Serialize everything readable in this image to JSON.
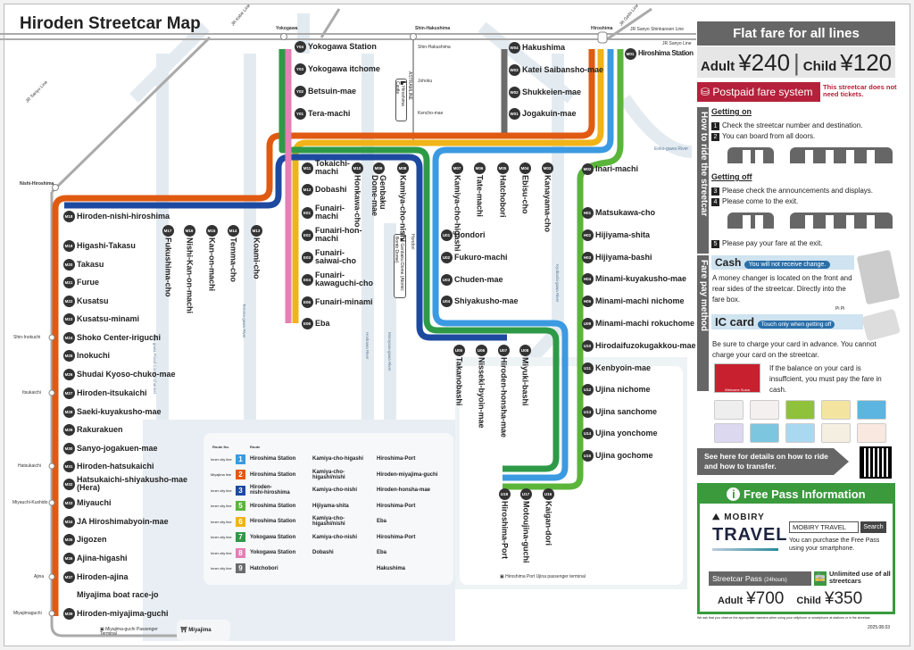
{
  "title": "Hiroden Streetcar Map",
  "jr": {
    "lines": {
      "sanyo_top": "JR Sanyo Line",
      "sanyo_left": "JR Sanyo Line",
      "kabe": "JR Kabe Line",
      "geibi": "JR Geibi Line",
      "shinkansen": "JR Sanyo Shinkansen Line",
      "sanyo_right": "JR Sanyo Line",
      "astram": "ASTRAMLINE"
    },
    "stations": {
      "yokogawa": "Yokogawa",
      "shin_hakushima": "Shin-Hakushima",
      "hiroshima": "Hiroshima",
      "nishi_hiroshima": "Nishi-Hiroshima",
      "shin_inokuchi": "Shin-Inokuchi",
      "itsukaichi": "Itsukaichi",
      "hatsukaichi": "Hatsukaichi",
      "miyauchi": "Miyauchi-Kushido",
      "ajina": "Ajina",
      "miyajimaguchi": "Miyajimaguchi"
    },
    "astram_stations": [
      "Shin-Hakushima",
      "Johoku",
      "Kencho-mae"
    ]
  },
  "landmarks": {
    "castle": "Hiroshima Castle",
    "dome": "Genbaku Dome (Atomic Bomb Dome)",
    "hondori": "Hondori",
    "port_terminal": "Hiroshima Port Ujina passenger terminal",
    "miyajima_terminal": "Miyajima-guchi Passenger Terminal",
    "miyajima": "Miyajima"
  },
  "rivers": {
    "ota": "Ota-gawa Flood Control Channel",
    "temma": "Temma-gawa River",
    "honkawa": "Honkawa River",
    "motoyasu": "Motoyasu-gawa River",
    "kyobashi": "Kyobashi-gawa River",
    "enko": "Enko-gawa River"
  },
  "line_numbers": {
    "l2": "2",
    "l6": "6",
    "l7": "7",
    "l3": "3",
    "l1": "1",
    "l5": "5",
    "l8": "8",
    "l9": "9"
  },
  "colors": {
    "l1": "#3b9ae1",
    "l2": "#e05a12",
    "l3": "#1d4aa0",
    "l5": "#5bb53a",
    "l6": "#f0b318",
    "l7": "#2e9a48",
    "l8": "#e57fb5",
    "l9": "#6b6b6b",
    "station": "#333333",
    "postpaid": "#b5213b",
    "freepass": "#3a9a3c"
  },
  "stations": {
    "miyajima": [
      {
        "code": "M18",
        "name": "Hiroden-nishi-hiroshima"
      },
      {
        "code": "M19",
        "name": "Higashi-Takasu"
      },
      {
        "code": "M20",
        "name": "Takasu"
      },
      {
        "code": "M21",
        "name": "Furue"
      },
      {
        "code": "M22",
        "name": "Kusatsu"
      },
      {
        "code": "M23",
        "name": "Kusatsu-minami"
      },
      {
        "code": "M24",
        "name": "Shoko Center-iriguchi"
      },
      {
        "code": "M25",
        "name": "Inokuchi"
      },
      {
        "code": "M26",
        "name": "Shudai Kyoso-chuko-mae"
      },
      {
        "code": "M27",
        "name": "Hiroden-itsukaichi"
      },
      {
        "code": "M28",
        "name": "Saeki-kuyakusho-mae"
      },
      {
        "code": "M29",
        "name": "Rakurakuen"
      },
      {
        "code": "M30",
        "name": "Sanyo-jogakuen-mae"
      },
      {
        "code": "M31",
        "name": "Hiroden-hatsukaichi"
      },
      {
        "code": "M32",
        "name": "Hatsukaichi-shiyakusho-mae\n(Hera)"
      },
      {
        "code": "M33",
        "name": "Miyauchi"
      },
      {
        "code": "M34",
        "name": "JA Hiroshimabyoin-mae"
      },
      {
        "code": "M35",
        "name": "Jigozen"
      },
      {
        "code": "M36",
        "name": "Ajina-higashi"
      },
      {
        "code": "M37",
        "name": "Hiroden-ajina"
      },
      {
        "code": "",
        "name": "Miyajima boat race-jo"
      },
      {
        "code": "M39",
        "name": "Hiroden-miyajima-guchi"
      }
    ],
    "yokogawa": [
      {
        "code": "Y04",
        "name": "Yokogawa Station"
      },
      {
        "code": "Y03",
        "name": "Yokogawa itchome"
      },
      {
        "code": "Y02",
        "name": "Betsuin-mae"
      },
      {
        "code": "Y01",
        "name": "Tera-machi"
      }
    ],
    "hakushima": [
      {
        "code": "W04",
        "name": "Hakushima"
      },
      {
        "code": "W03",
        "name": "Katei Saibansho-mae"
      },
      {
        "code": "W02",
        "name": "Shukkeien-mae"
      },
      {
        "code": "W01",
        "name": "Jogakuin-mae"
      }
    ],
    "eba": [
      {
        "code": "M11",
        "name": "Tokaichi-\nmachi"
      },
      {
        "code": "M12",
        "name": "Dobashi"
      },
      {
        "code": "E01",
        "name": "Funairi-\nmachi"
      },
      {
        "code": "E02",
        "name": "Funairi-hon-\nmachi"
      },
      {
        "code": "E03",
        "name": "Funairi-\nsaiwai-cho"
      },
      {
        "code": "E04",
        "name": "Funairi-\nkawaguchi-cho"
      },
      {
        "code": "E05",
        "name": "Funairi-minami"
      },
      {
        "code": "E06",
        "name": "Eba"
      }
    ],
    "ujina_w": [
      {
        "code": "U01",
        "name": "Hondori"
      },
      {
        "code": "U02",
        "name": "Fukuro-machi"
      },
      {
        "code": "U03",
        "name": "Chuden-mae"
      },
      {
        "code": "U04",
        "name": "Shiyakusho-mae"
      }
    ],
    "line5": [
      {
        "code": "M02",
        "name": "Inari-machi"
      },
      {
        "code": "H01",
        "name": "Matsukawa-cho"
      },
      {
        "code": "H02",
        "name": "Hijiyama-shita"
      },
      {
        "code": "H03",
        "name": "Hijiyama-bashi"
      },
      {
        "code": "H04",
        "name": "Minami-kuyakusho-mae"
      },
      {
        "code": "H05",
        "name": "Minami-machi nichome"
      },
      {
        "code": "U09",
        "name": "Minami-machi rokuchome"
      },
      {
        "code": "U10",
        "name": "Hirodaifuzokugakkou-mae"
      },
      {
        "code": "U11",
        "name": "Kenbyoin-mae"
      },
      {
        "code": "U12",
        "name": "Ujina nichome"
      },
      {
        "code": "U13",
        "name": "Ujina sanchome"
      },
      {
        "code": "U14",
        "name": "Ujina yonchome"
      },
      {
        "code": "U15",
        "name": "Ujina gochome"
      }
    ],
    "hiroshima": [
      {
        "code": "M01",
        "name": "Hiroshima Station"
      }
    ],
    "top_mid": [
      {
        "code": "M10",
        "name": "Honkawa-cho"
      },
      {
        "code": "M09",
        "name": "Genbaku\nDome-mae"
      },
      {
        "code": "M08",
        "name": "Kamiya-cho-nishi"
      }
    ],
    "top_right": [
      {
        "code": "M07",
        "name": "Kamiya-cho-higashi"
      },
      {
        "code": "M06",
        "name": "Tate-machi"
      },
      {
        "code": "M05",
        "name": "Hatchobori"
      },
      {
        "code": "M04",
        "name": "Ebisu-cho"
      },
      {
        "code": "M03",
        "name": "Kanayama-cho"
      }
    ],
    "left_row": [
      {
        "code": "M17",
        "name": "Fukushima-cho"
      },
      {
        "code": "M16",
        "name": "Nishi-Kan-on-machi"
      },
      {
        "code": "M15",
        "name": "Kan-on-machi"
      },
      {
        "code": "M14",
        "name": "Temma-cho"
      },
      {
        "code": "M13",
        "name": "Koami-cho"
      }
    ],
    "ujina_mid": [
      {
        "code": "U05",
        "name": "Takanobashi"
      },
      {
        "code": "U06",
        "name": "Nisseki-byoin-mae"
      },
      {
        "code": "U07",
        "name": "Hiroden-honsha-mae"
      },
      {
        "code": "U08",
        "name": "Miyuki-bashi"
      }
    ],
    "port": [
      {
        "code": "U18",
        "name": "Hiroshima-Port"
      },
      {
        "code": "U17",
        "name": "Motoujina-guchi"
      },
      {
        "code": "U16",
        "name": "Kaigan-dori"
      }
    ]
  },
  "legend": {
    "header_no": "Route No.",
    "header_route": "Route",
    "rows": [
      {
        "kind": "Inner city line",
        "num": "1",
        "color": "#3b9ae1",
        "a": "Hiroshima Station",
        "b": "Kamiya-cho-higashi",
        "c": "Hiroshima-Port"
      },
      {
        "kind": "Miyajima line",
        "num": "2",
        "color": "#e05a12",
        "a": "Hiroshima Station",
        "b": "Kamiya-cho-\nhigashi/nishi",
        "c": "Hiroden-miyajima-guchi"
      },
      {
        "kind": "Inner city line",
        "num": "3",
        "color": "#1d4aa0",
        "a": "Hiroden-\nnishi-hiroshima",
        "b": "Kamiya-cho-nishi",
        "c": "Hiroden-honsha-mae"
      },
      {
        "kind": "Inner city line",
        "num": "5",
        "color": "#5bb53a",
        "a": "Hiroshima Station",
        "b": "Hijiyama-shita",
        "c": "Hiroshima-Port"
      },
      {
        "kind": "Inner city line",
        "num": "6",
        "color": "#f0b318",
        "a": "Hiroshima Station",
        "b": "Kamiya-cho-\nhigashi/nishi",
        "c": "Eba"
      },
      {
        "kind": "Inner city line",
        "num": "7",
        "color": "#2e9a48",
        "a": "Yokogawa Station",
        "b": "Kamiya-cho-nishi",
        "c": "Hiroshima-Port"
      },
      {
        "kind": "Inner city line",
        "num": "8",
        "color": "#e57fb5",
        "a": "Yokogawa Station",
        "b": "Dobashi",
        "c": "Eba"
      },
      {
        "kind": "Inner city line",
        "num": "9",
        "color": "#6b6b6b",
        "a": "Hatchobori",
        "b": "",
        "c": "Hakushima"
      }
    ]
  },
  "panel": {
    "fare_title": "Flat fare for all lines",
    "adult_label": "Adult",
    "adult_fare": "¥240",
    "child_label": "Child",
    "child_fare": "¥120",
    "postpaid": "Postpaid fare system",
    "postpaid_note": "This streetcar does not need tickets.",
    "how_to_ride": "How to ride the streetcar",
    "getting_on": "Getting on",
    "steps": [
      "Check the streetcar number and destination.",
      "You can board from all doors.",
      "Please check the announcements and displays.",
      "Please come to the exit.",
      "Please pay your fare at the exit."
    ],
    "step_nums": [
      "1",
      "2",
      "3",
      "4",
      "5"
    ],
    "getting_off": "Getting off",
    "fare_pay_method": "Fare pay method",
    "cash": "Cash",
    "cash_note": "You will not receive change.",
    "cash_text": "A money changer is located on the front and rear sides of the streetcar. Directly into the fare box.",
    "pipi": "Pi Pi",
    "ic": "IC card",
    "ic_note": "Touch only when getting off",
    "ic_text": "Be sure to charge your card in advance. You cannot charge your card on the streetcar.",
    "ic_balance": "If the balance on your card is insuffcient, you must pay the fare in cash.",
    "welcome_suica": "Welcome Suica",
    "details": "See here for details on how to ride and how to transfer.",
    "free_pass_title": "Free Pass Information",
    "mobiry": "MOBIRY",
    "travel": "TRAVEL",
    "search_value": "MOBIRY TRAVEL",
    "search_button": "Search",
    "purchase_text": "You can purchase the Free Pass using your smartphone.",
    "pass_label": "Streetcar Pass",
    "pass_hours": "(24hours)",
    "unlimited": "Unlimited use of all streetcars",
    "pass_adult_label": "Adult",
    "pass_adult": "¥700",
    "pass_child_label": "Child",
    "pass_child": "¥350",
    "manners": "We ask that you observe the appropriate manners when using your cellphone or smartphone at stations or in the streetcar.",
    "date": "2025.08.03"
  }
}
